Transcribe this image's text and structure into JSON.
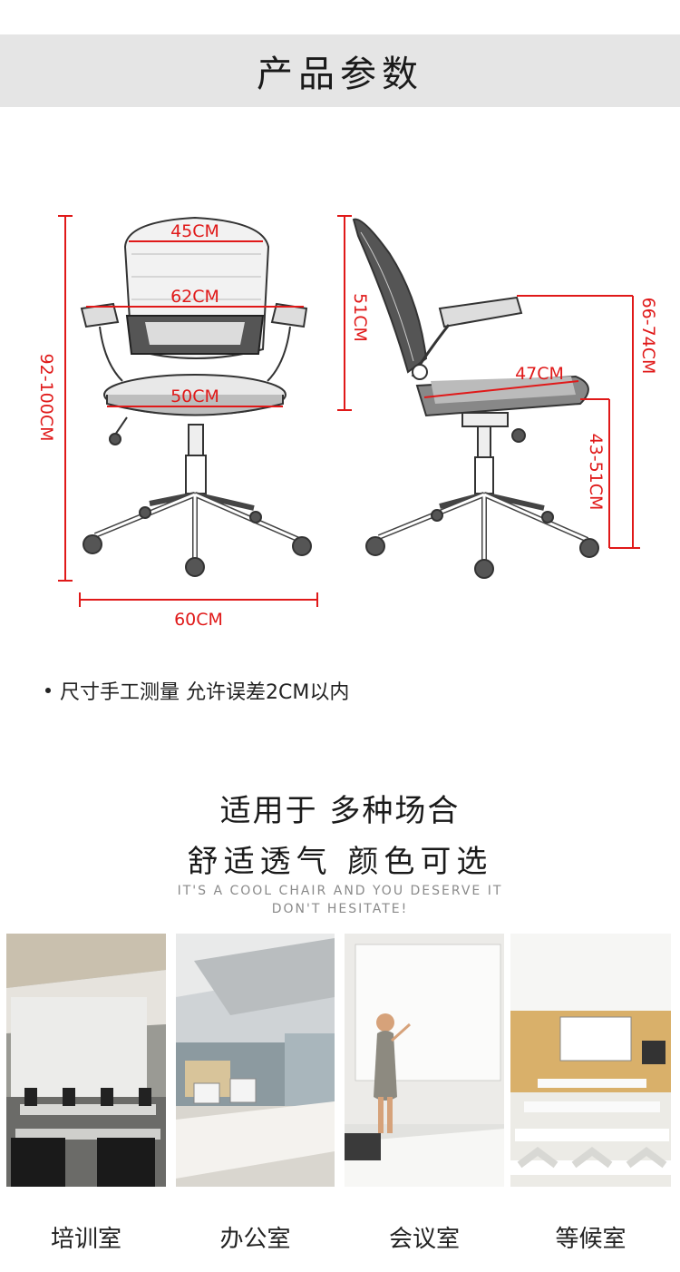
{
  "header": {
    "title": "产品参数"
  },
  "dimensions": {
    "back_width": "45CM",
    "arm_width": "62CM",
    "seat_width": "50CM",
    "total_height": "92-100CM",
    "base_width": "60CM",
    "back_height": "51CM",
    "seat_depth": "47CM",
    "arm_height": "66-74CM",
    "seat_height": "43-51CM",
    "accent_color": "#e01919"
  },
  "note": {
    "text": "尺寸手工测量 允许误差2CM以内"
  },
  "usage": {
    "heading": "适用于 多种场合",
    "subheading": "舒适透气 颜色可选",
    "english_line1": "IT'S A COOL CHAIR AND YOU DESERVE IT",
    "english_line2": "DON'T HESITATE!",
    "scenes": [
      {
        "label": "培训室"
      },
      {
        "label": "办公室"
      },
      {
        "label": "会议室"
      },
      {
        "label": "等候室"
      }
    ]
  }
}
